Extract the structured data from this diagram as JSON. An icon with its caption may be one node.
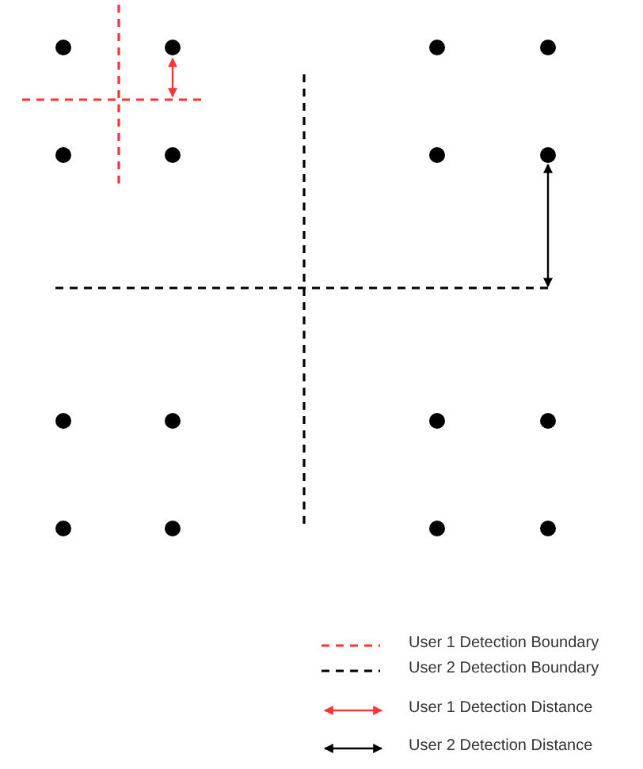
{
  "diagram": {
    "legend": [
      {
        "text": "User 1 Detection Boundary"
      },
      {
        "text": "User 2 Detection Boundary"
      },
      {
        "text": "User 1 Detection Distance"
      },
      {
        "text": "User 2 Detection Distance"
      }
    ]
  }
}
